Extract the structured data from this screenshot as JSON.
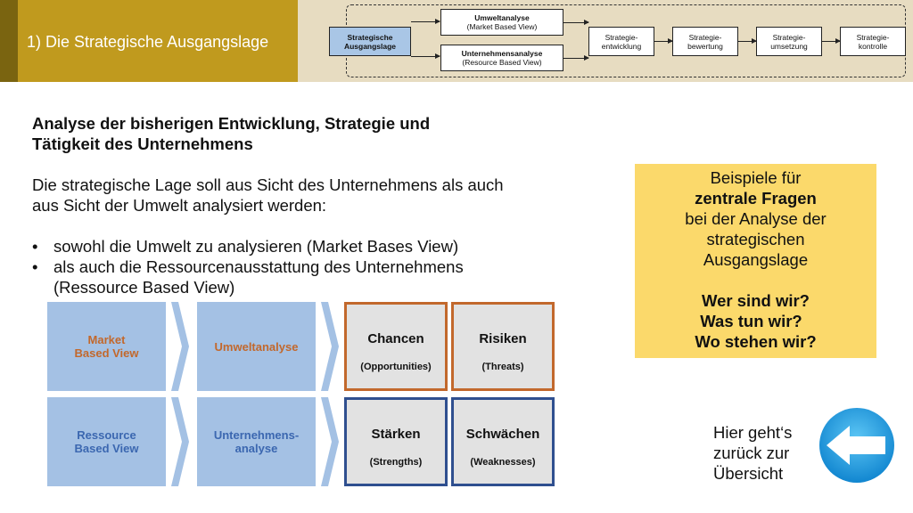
{
  "header": {
    "title": "1) Die Strategische Ausgangslage",
    "flow": {
      "ausgangslage": [
        "Strategische",
        "Ausgangslage"
      ],
      "umweltanalyse": [
        "Umweltanalyse",
        "(Market Based View)"
      ],
      "unternehmensanalyse": [
        "Unternehmensanalyse",
        "(Resource Based View)"
      ],
      "entwicklung": [
        "Strategie-",
        "entwicklung"
      ],
      "bewertung": [
        "Strategie-",
        "bewertung"
      ],
      "umsetzung": [
        "Strategie-",
        "umsetzung"
      ],
      "kontrolle": [
        "Strategie-",
        "kontrolle"
      ]
    }
  },
  "main": {
    "heading_line1": "Analyse der bisherigen Entwicklung, Strategie und",
    "heading_line2": "Tätigkeit des Unternehmens",
    "para_line1": "Die strategische Lage soll aus Sicht des Unternehmens als auch",
    "para_line2": "aus Sicht der Umwelt analysiert werden:",
    "bullet1": "sowohl die Umwelt zu analysieren (Market Bases View)",
    "bullet2_line1": "als auch die Ressourcenausstattung des Unternehmens",
    "bullet2_line2": "(Ressource Based View)"
  },
  "matrix": {
    "row1": {
      "view": [
        "Market",
        "Based View"
      ],
      "analysis": "Umweltanalyse",
      "cell1": {
        "title": "Chancen",
        "sub": "(Opportunities)"
      },
      "cell2": {
        "title": "Risiken",
        "sub": "(Threats)"
      }
    },
    "row2": {
      "view": [
        "Ressource",
        "Based View"
      ],
      "analysis": [
        "Unternehmens-",
        "analyse"
      ],
      "cell1": {
        "title": "Stärken",
        "sub": "(Strengths)"
      },
      "cell2": {
        "title": "Schwächen",
        "sub": "(Weaknesses)"
      }
    }
  },
  "questions": {
    "line1": "Beispiele für",
    "line2": "zentrale Fragen",
    "line3": "bei der Analyse der",
    "line4": "strategischen",
    "line5": "Ausgangslage",
    "q1": "Wer sind wir?",
    "q2": "Was tun wir?",
    "q3": "Wo stehen wir?"
  },
  "back": {
    "line1": "Hier geht‘s",
    "line2": "zurück zur",
    "line3": "Übersicht",
    "icon": "back-arrow-icon"
  },
  "colors": {
    "header_gold": "#c09a1e",
    "header_dark": "#7a6410",
    "flow_bg": "#e7dcc1",
    "matrix_blue": "#a4c1e4",
    "opportunity_orange": "#c2682c",
    "strength_navy": "#2f4f8f",
    "question_yellow": "#fbd96b",
    "button_blue": "#1e9be0"
  }
}
